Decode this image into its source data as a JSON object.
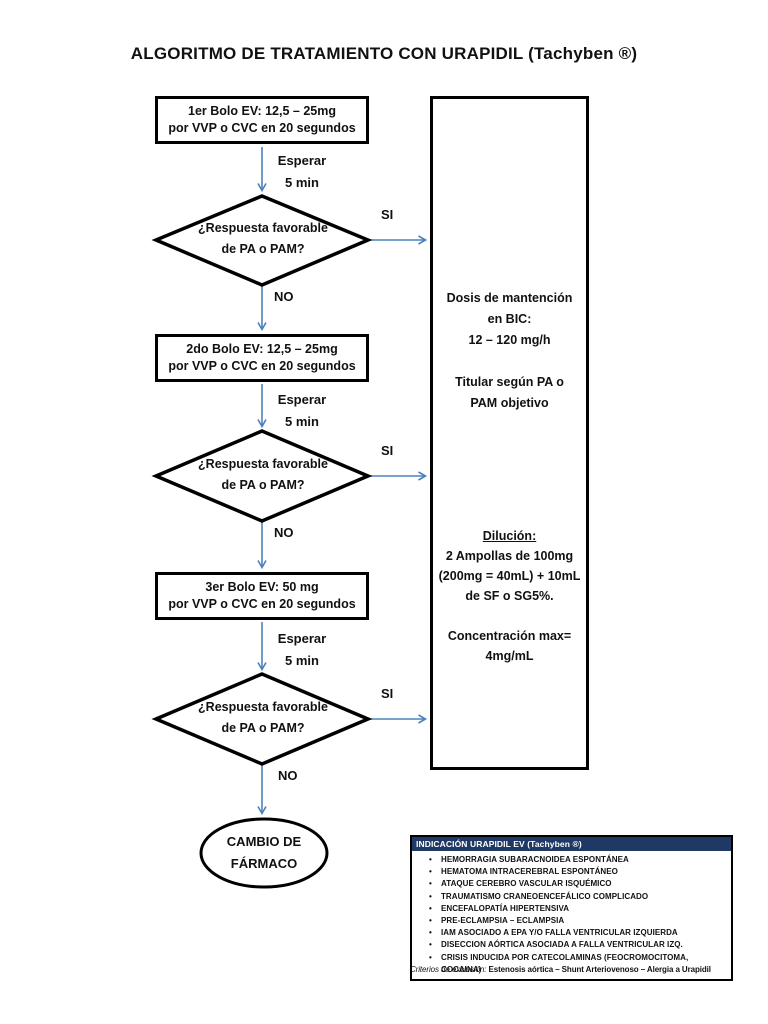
{
  "title": "ALGORITMO DE TRATAMIENTO CON URAPIDIL (Tachyben ®)",
  "flow": {
    "box1": {
      "line1": "1er Bolo EV: 12,5 – 25mg",
      "line2": "por VVP o CVC en 20 segundos"
    },
    "box2": {
      "line1": "2do Bolo EV: 12,5 – 25mg",
      "line2": "por VVP o CVC en 20 segundos"
    },
    "box3": {
      "line1": "3er Bolo EV: 50 mg",
      "line2": "por VVP o CVC en 20 segundos"
    },
    "wait": {
      "line1": "Esperar",
      "line2": "5 min"
    },
    "decision": {
      "line1": "¿Respuesta favorable",
      "line2": "de PA o PAM?"
    },
    "yes_label": "SI",
    "no_label": "NO",
    "end": {
      "line1": "CAMBIO DE",
      "line2": "FÁRMACO"
    }
  },
  "panel": {
    "maintenance": {
      "line1": "Dosis de mantención",
      "line2": "en BIC:",
      "line3": "12 – 120 mg/h",
      "line4": "Titular según PA o",
      "line5": "PAM objetivo"
    },
    "dilution": {
      "heading": "Dilución:",
      "line1": "2 Ampollas de 100mg",
      "line2": "(200mg = 40mL) + 10mL",
      "line3": "de SF o SG5%.",
      "line4": "Concentración max=",
      "line5": "4mg/mL"
    }
  },
  "indications": {
    "header": "INDICACIÓN URAPIDIL EV (Tachyben ®)",
    "items": [
      "HEMORRAGIA SUBARACNOIDEA ESPONTÁNEA",
      "HEMATOMA INTRACEREBRAL ESPONTÁNEO",
      "ATAQUE CEREBRO VASCULAR ISQUÉMICO",
      "TRAUMATISMO CRANEOENCEFÁLICO COMPLICADO",
      "ENCEFALOPATÍA HIPERTENSIVA",
      "PRE-ECLAMPSIA – ECLAMPSIA",
      "IAM ASOCIADO A EPA Y/O FALLA VENTRICULAR IZQUIERDA",
      "DISECCION AÓRTICA ASOCIADA A FALLA VENTRICULAR IZQ.",
      "CRISIS INDUCIDA POR CATECOLAMINAS (FEOCROMOCITOMA, COCAINA)"
    ]
  },
  "exclusion": {
    "label": "Criterios de exclusión: ",
    "text": "Estenosis aórtica – Shunt Arteriovenoso – Alergia a Urapidil"
  },
  "colors": {
    "arrow": "#4e80bd",
    "shape_border": "#000000",
    "table_header_bg": "#1f3864",
    "table_header_text": "#ffffff"
  }
}
